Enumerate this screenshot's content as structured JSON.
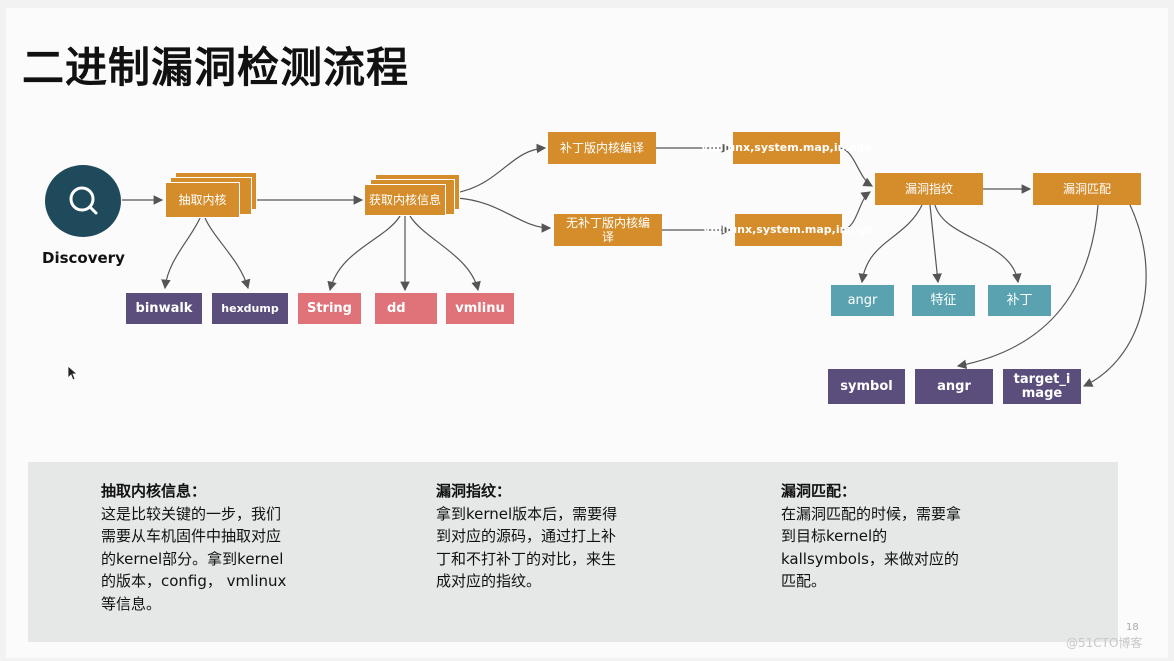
{
  "title": "二进制漏洞检测流程",
  "discovery": {
    "label": "Discovery"
  },
  "nodes": {
    "extract": "抽取内核",
    "getinfo": "获取内核信息",
    "patched": "补丁版内核编译",
    "unpatched": "无补丁版内核编译",
    "vmlinux1": "vmliunx,system.map,image",
    "vmlinux2": "vmliunx,system.map,image",
    "fingerprint": "漏洞指纹",
    "match": "漏洞匹配"
  },
  "tools": {
    "binwalk": "binwalk",
    "hexdump": "hexdump",
    "string": "String",
    "dd": "dd",
    "vmlinu": "vmlinu",
    "angr1": "angr",
    "feature": "特征",
    "patch": "补丁",
    "symbol": "symbol",
    "angr2": "angr",
    "target": "target_image"
  },
  "notes": [
    {
      "heading": "抽取内核信息：",
      "lines": [
        "这是比较关键的一步，我们",
        "需要从车机固件中抽取对应",
        "的kernel部分。拿到kernel",
        "的版本，config， vmlinux",
        "等信息。"
      ]
    },
    {
      "heading": "漏洞指纹：",
      "lines": [
        "拿到kernel版本后，需要得",
        "到对应的源码，通过打上补",
        "丁和不打补丁的对比，来生",
        "成对应的指纹。"
      ]
    },
    {
      "heading": "漏洞匹配：",
      "lines": [
        "在漏洞匹配的时候，需要拿",
        "到目标kernel的",
        "kallsymbols，来做对应的",
        "匹配。"
      ]
    }
  ],
  "page_number": "18",
  "watermark": "@51CTO博客"
}
